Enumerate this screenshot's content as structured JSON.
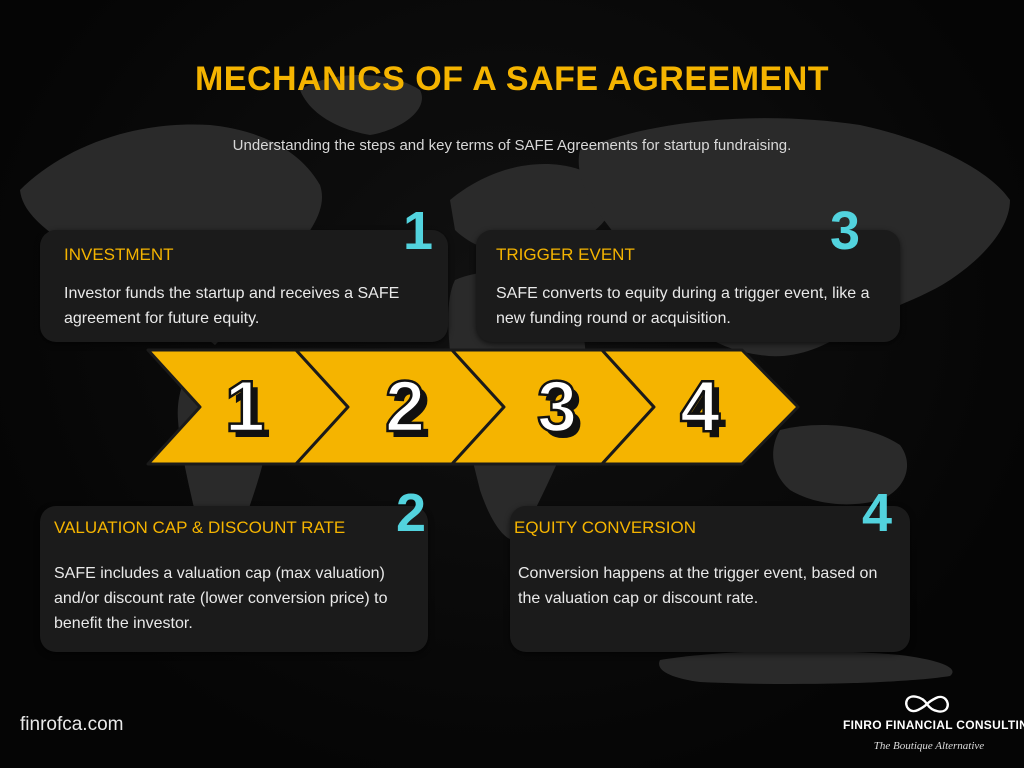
{
  "title": "MECHANICS OF A SAFE AGREEMENT",
  "subtitle": "Understanding the steps and key terms of SAFE Agreements for startup fundraising.",
  "colors": {
    "accent": "#F5B400",
    "number": "#52d3de",
    "card": "#1b1b1b",
    "background": "#050505"
  },
  "steps": [
    {
      "number": "1",
      "title": "INVESTMENT",
      "text": "Investor funds the startup and receives a SAFE agreement for future equity."
    },
    {
      "number": "2",
      "title": "VALUATION CAP & DISCOUNT RATE",
      "text": "SAFE includes a valuation cap (max valuation) and/or discount rate (lower conversion price) to benefit the investor."
    },
    {
      "number": "3",
      "title": "TRIGGER EVENT",
      "text": "SAFE converts to equity during a trigger event, like a new funding round or acquisition."
    },
    {
      "number": "4",
      "title": "EQUITY CONVERSION",
      "text": "Conversion happens at the trigger event, based on the valuation cap or discount rate."
    }
  ],
  "arrow_steps": [
    "1",
    "2",
    "3",
    "4"
  ],
  "footer": {
    "website": "finrofca.com",
    "brand": "FINRO FINANCIAL CONSULTING",
    "tagline": "The Boutique Alternative",
    "logo_icon": "infinity-icon"
  }
}
